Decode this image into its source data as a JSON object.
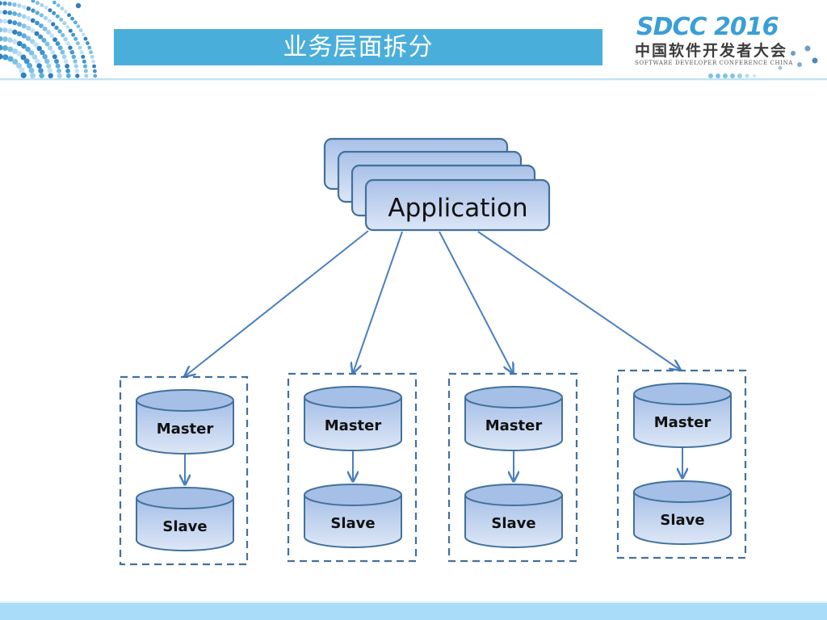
{
  "slide": {
    "title": "业务层面拆分",
    "colors": {
      "title_bar": "#4aaedb",
      "footer_bar": "#a8dcf8",
      "shape_stroke": "#41719c",
      "shape_fill_top": "#a9c1e8",
      "shape_fill_bottom": "#dce6f6",
      "arrow": "#4a7fc1",
      "group_border": "#41719c"
    }
  },
  "logo": {
    "main": "SDCC 2016",
    "chinese": "中国软件开发者大会",
    "english": "SOFTWARE DEVELOPER CONFERENCE CHINA"
  },
  "diagram": {
    "application": {
      "label": "Application",
      "stack_count": 4
    },
    "groups": [
      {
        "master": "Master",
        "slave": "Slave"
      },
      {
        "master": "Master",
        "slave": "Slave"
      },
      {
        "master": "Master",
        "slave": "Slave"
      },
      {
        "master": "Master",
        "slave": "Slave"
      }
    ]
  }
}
